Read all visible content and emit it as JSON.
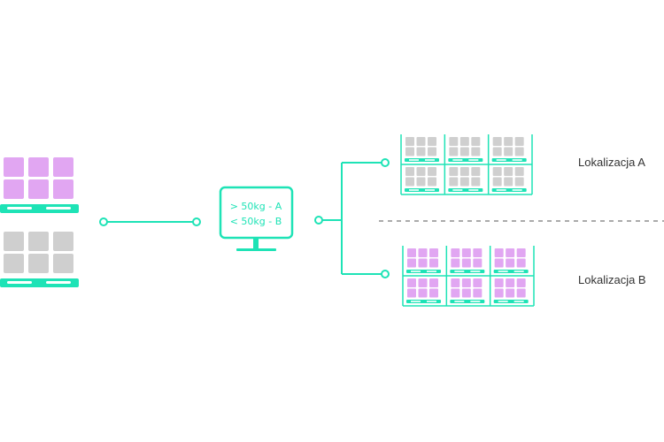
{
  "colors": {
    "teal": "#1ee3b6",
    "purple": "#e1a6f2",
    "grey": "#cfcfcf",
    "label": "#333333",
    "divider": "#777777"
  },
  "source_pallets": [
    {
      "color": "purple"
    },
    {
      "color": "grey"
    }
  ],
  "monitor": {
    "rules": [
      "> 50kg - A",
      "< 50kg - B"
    ]
  },
  "locations": [
    {
      "label": "Lokalizacja A",
      "box_color": "grey"
    },
    {
      "label": "Lokalizacja B",
      "box_color": "purple"
    }
  ]
}
